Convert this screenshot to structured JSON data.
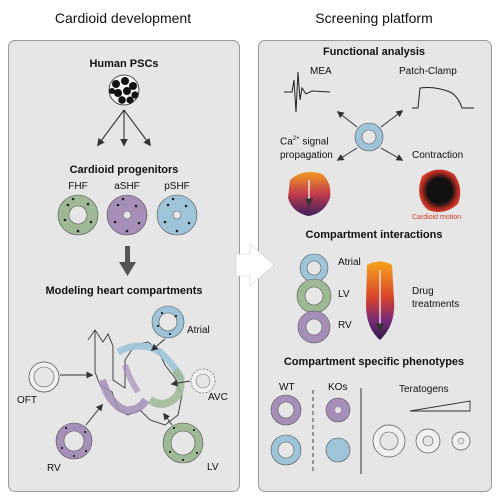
{
  "left": {
    "title": "Cardioid development",
    "human_pscs": "Human PSCs",
    "cardioid_progenitors": "Cardioid progenitors",
    "progenitors": [
      "FHF",
      "aSHF",
      "pSHF"
    ],
    "modeling_heart": "Modeling heart compartments",
    "compartments": [
      "Atrial",
      "OFT",
      "AVC",
      "RV",
      "LV"
    ]
  },
  "right": {
    "title": "Screening platform",
    "functional_analysis": "Functional analysis",
    "mea": "MEA",
    "patch_clamp": "Patch-Clamp",
    "ca_signal_1": "Ca",
    "ca_signal_sup": "2+",
    "ca_signal_2": " signal",
    "propagation": "propagation",
    "contraction": "Contraction",
    "cardioid_motion": "Cardioid motion",
    "compartment_interactions": "Compartment interactions",
    "stack_labels": [
      "Atrial",
      "LV",
      "RV"
    ],
    "drug_1": "Drug",
    "drug_2": "treatments",
    "specific_phenotypes": "Compartment specific phenotypes",
    "wt": "WT",
    "kos": "KOs",
    "teratogens": "Teratogens"
  },
  "colors": {
    "fhf_green": "#9fb896",
    "ashf_purple": "#a58fb9",
    "pshf_blue": "#9ec4d9",
    "panel_bg": "#e6e6e6",
    "motion_red": "#d43a2a"
  }
}
